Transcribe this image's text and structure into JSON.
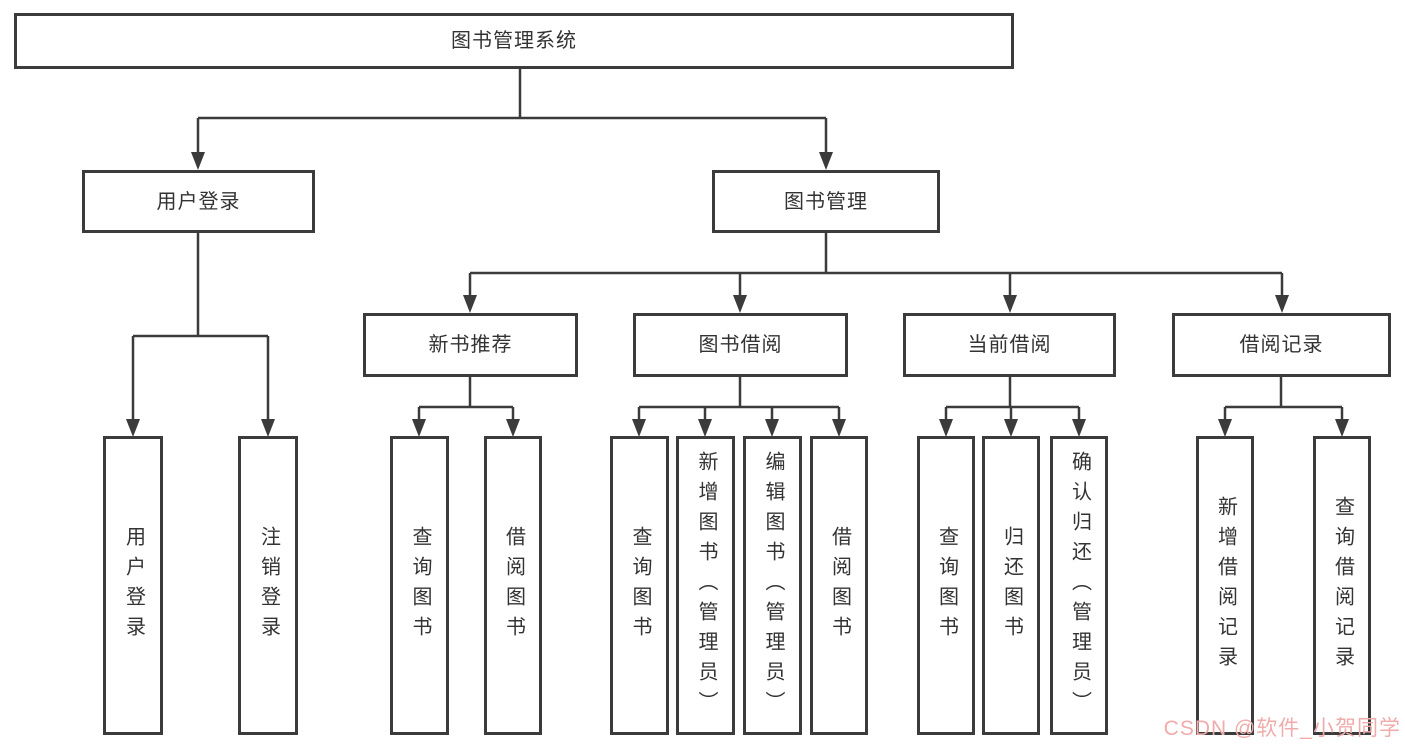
{
  "colors": {
    "background": "#ffffff",
    "line": "#3b3b3b",
    "box_border": "#3b3b3b",
    "text": "#333333",
    "watermark": "#f0abab"
  },
  "tree": {
    "root": {
      "label": "图书管理系统"
    },
    "branches": [
      {
        "label": "用户登录",
        "children": [
          {
            "label": "用户登录"
          },
          {
            "label": "注销登录"
          }
        ]
      },
      {
        "label": "图书管理",
        "children": [
          {
            "label": "新书推荐",
            "children": [
              {
                "label": "查询图书"
              },
              {
                "label": "借阅图书"
              }
            ]
          },
          {
            "label": "图书借阅",
            "children": [
              {
                "label": "查询图书"
              },
              {
                "label": "新增图书（管理员）"
              },
              {
                "label": "编辑图书（管理员）"
              },
              {
                "label": "借阅图书"
              }
            ]
          },
          {
            "label": "当前借阅",
            "children": [
              {
                "label": "查询图书"
              },
              {
                "label": "归还图书"
              },
              {
                "label": "确认归还（管理员）"
              }
            ]
          },
          {
            "label": "借阅记录",
            "children": [
              {
                "label": "新增借阅记录"
              },
              {
                "label": "查询借阅记录"
              }
            ]
          }
        ]
      }
    ]
  },
  "watermark": {
    "text": "CSDN @软件_小贺同学"
  }
}
